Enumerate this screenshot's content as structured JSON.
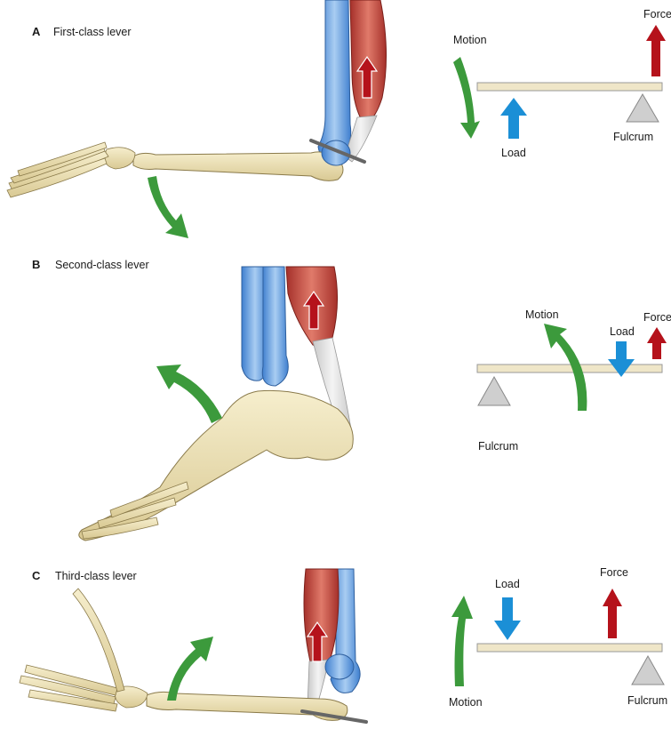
{
  "panels": [
    {
      "letter": "A",
      "title": "First-class lever",
      "labels": {
        "motion": "Motion",
        "force": "Force",
        "load": "Load",
        "fulcrum": "Fulcrum"
      }
    },
    {
      "letter": "B",
      "title": "Second-class lever",
      "labels": {
        "motion": "Motion",
        "force": "Force",
        "load": "Load",
        "fulcrum": "Fulcrum"
      }
    },
    {
      "letter": "C",
      "title": "Third-class lever",
      "labels": {
        "motion": "Motion",
        "force": "Force",
        "load": "Load",
        "fulcrum": "Fulcrum"
      }
    }
  ],
  "colors": {
    "force_arrow": "#b5121b",
    "load_arrow": "#1b8fd6",
    "motion_arrow": "#3c9a3c",
    "fulcrum": "#cfcfcf",
    "lever_bar": "#efe6c8",
    "bone": "#ecdfb0",
    "bone_outline": "#8a7a4a",
    "muscle": "#c8463c",
    "antagonist_bone": "#6fa8e0"
  },
  "icons": [
    "motion-arrow-icon",
    "force-arrow-icon",
    "load-arrow-icon",
    "fulcrum-triangle-icon"
  ]
}
